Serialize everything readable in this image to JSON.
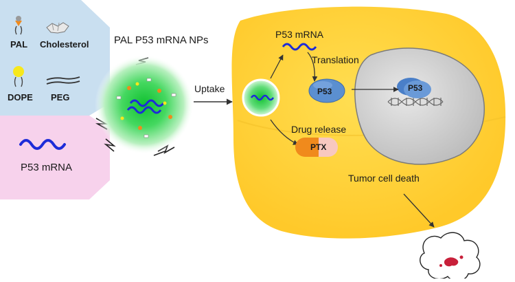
{
  "components": {
    "pal": "PAL",
    "cholesterol": "Cholesterol",
    "dope": "DOPE",
    "peg": "PEG",
    "mrna": "P53 mRNA"
  },
  "nanoparticle": {
    "title": "PAL P53 mRNA NPs"
  },
  "steps": {
    "uptake": "Uptake",
    "p53_mrna": "P53 mRNA",
    "translation": "Translation",
    "drug_release": "Drug release",
    "tumor_cell_death": "Tumor cell death"
  },
  "proteins": {
    "p53_cytoplasm": "P53",
    "p53_nucleus": "P53",
    "ptx": "PTX"
  },
  "colors": {
    "lipid_panel": "#c9dff0",
    "mrna_panel": "#f7d2ec",
    "np_green": "#2bd24a",
    "cell_yellow": "#ffd23c",
    "nucleus_gray": "#d4d4d4",
    "mrna_blue": "#1d2bd8",
    "p53_blue": "#5b8fd0",
    "ptx_orange": "#f08a1c"
  }
}
